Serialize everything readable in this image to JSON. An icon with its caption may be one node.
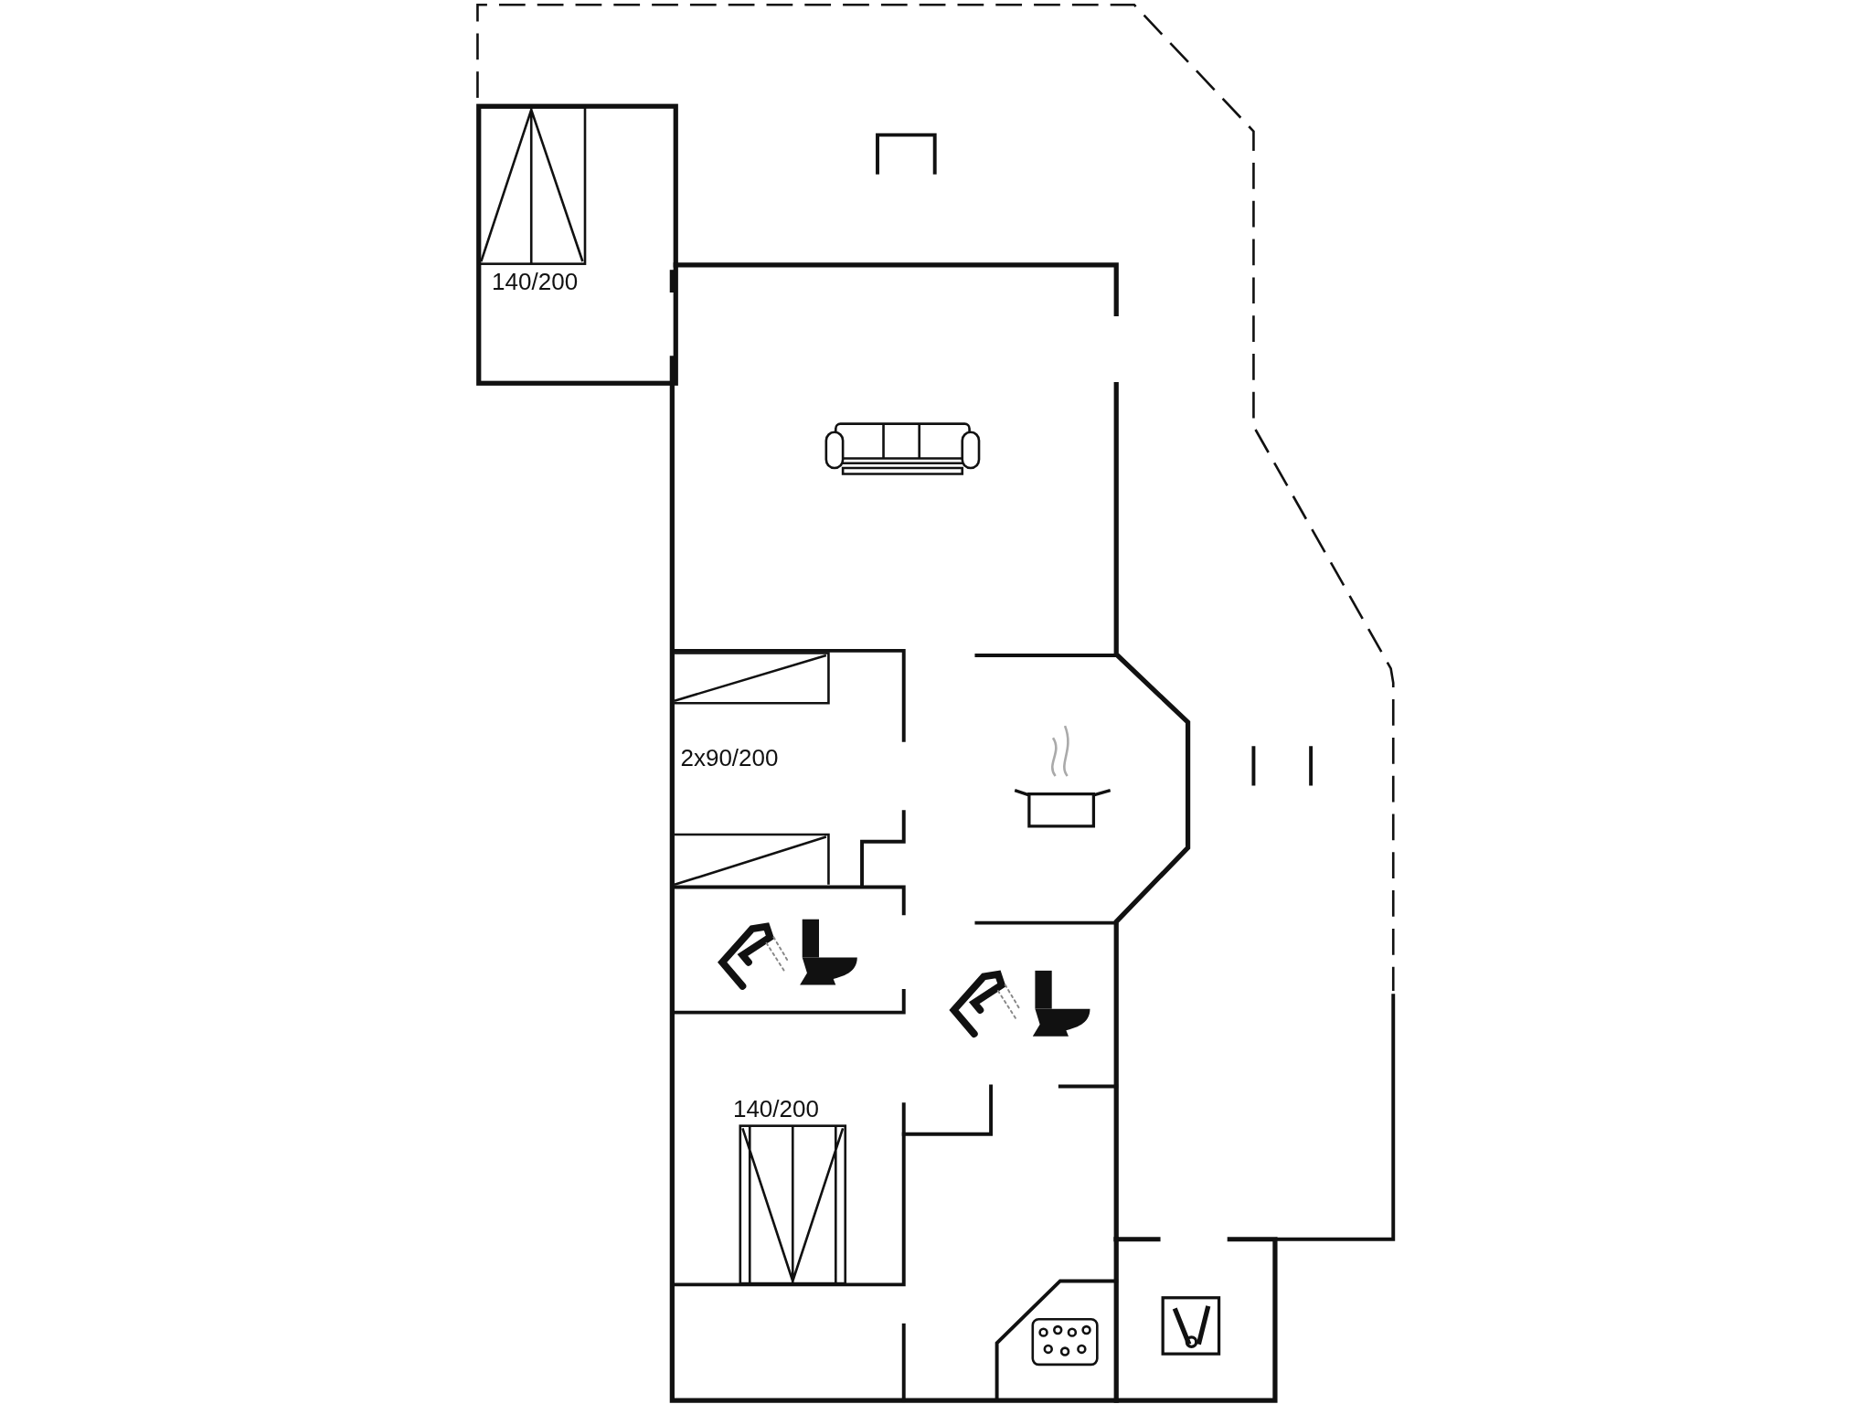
{
  "diagram": {
    "labels": [
      "140/200",
      "2x90/200",
      "140/200"
    ]
  }
}
